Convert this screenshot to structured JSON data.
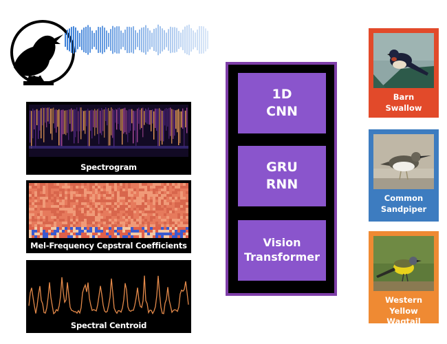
{
  "features": [
    {
      "caption": "Spectrogram"
    },
    {
      "caption": "Mel-Frequency Cepstral Coefficients"
    },
    {
      "caption": "Spectral Centroid"
    }
  ],
  "models": [
    {
      "line1": "1D",
      "line2": "CNN"
    },
    {
      "line1": "GRU",
      "line2": "RNN"
    },
    {
      "line1": "Vision",
      "line2": "Transformer"
    }
  ],
  "species": [
    {
      "line1": "Barn",
      "line2": "Swallow",
      "color": "#e24a2a"
    },
    {
      "line1": "Common",
      "line2": "Sandpiper",
      "color": "#3d7cc0"
    },
    {
      "line1": "Western",
      "line2": "Yellow Wagtail",
      "color": "#ef8a33"
    }
  ],
  "colors": {
    "model_frame": "#7e3ea8",
    "model_box": "#8a55cc",
    "waveform": "#3a7fd8"
  },
  "icons": [
    "singing-bird-icon",
    "audio-waveform"
  ]
}
